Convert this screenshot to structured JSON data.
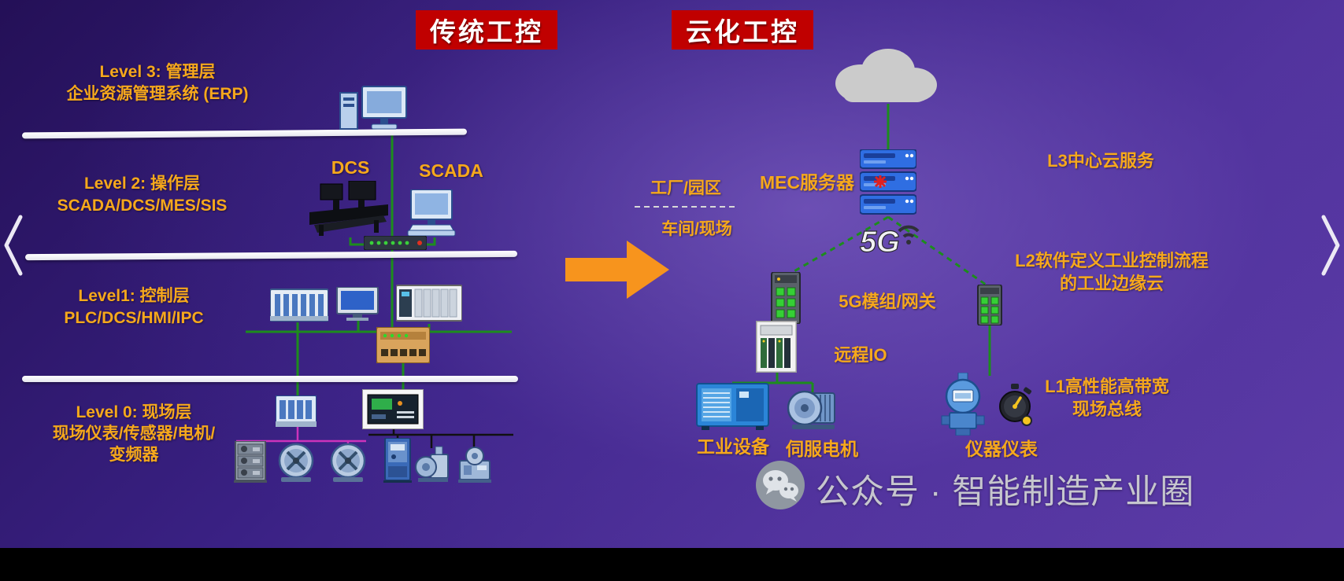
{
  "titles": {
    "traditional": "传统工控",
    "cloud": "云化工控"
  },
  "left": {
    "level3_line1": "Level 3: 管理层",
    "level3_line2": "企业资源管理系统 (ERP)",
    "level2_line1": "Level 2: 操作层",
    "level2_line2": "SCADA/DCS/MES/SIS",
    "level1_line1": "Level1: 控制层",
    "level1_line2": "PLC/DCS/HMI/IPC",
    "level0_line1": "Level 0: 现场层",
    "level0_line2": "现场仪表/传感器/电机/",
    "level0_line3": "变频器",
    "dcs": "DCS",
    "scada": "SCADA"
  },
  "right": {
    "mec": "MEC服务器",
    "l3": "L3中心云服务",
    "factory": "工厂/园区",
    "workshop": "车间/现场",
    "five_g": "5G",
    "gateway": "5G模组/网关",
    "remote_io": "远程IO",
    "l2_line1": "L2软件定义工业控制流程",
    "l2_line2": "的工业边缘云",
    "industrial": "工业设备",
    "servo": "伺服电机",
    "instrument": "仪器仪表",
    "l1_line1": "L1高性能高带宽",
    "l1_line2": "现场总线"
  },
  "footer": {
    "wechat": "公众号 · 智能制造产业圈"
  },
  "colors": {
    "badge_red": "#c00000",
    "label_orange": "#f6a81c",
    "line_green": "#1d8c1d",
    "line_magenta": "#cc33bb",
    "arrow_orange": "#f7941d",
    "background_purple": "#4a2d92"
  }
}
